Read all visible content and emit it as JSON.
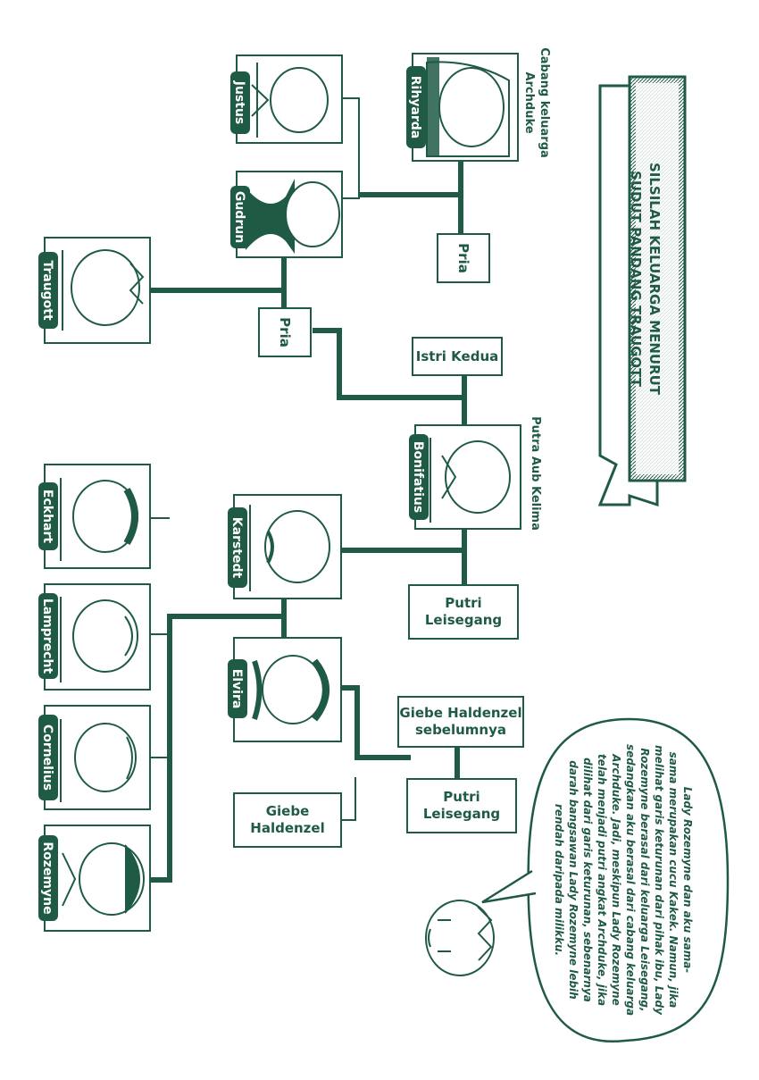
{
  "title": {
    "line1": "SILSILAH KELUARGA MENURUT",
    "line2": "SUDUT PANDANG TRAUGOTT"
  },
  "annotations": {
    "archduke_branch_1": "Cabang keluarga",
    "archduke_branch_2": "Archduke",
    "fifth_aub_son": "Putra Aub Kelima"
  },
  "people": {
    "rihyarda": "Rihyarda",
    "justus": "Justus",
    "gudrun": "Gudrun",
    "traugott": "Traugott",
    "bonifatius": "Bonifatius",
    "karstedt": "Karstedt",
    "elvira": "Elvira",
    "eckhart": "Eckhart",
    "lamprecht": "Lamprecht",
    "cornelius": "Cornelius",
    "rozemyne": "Rozemyne"
  },
  "boxes": {
    "pria_1": "Pria",
    "pria_2": "Pria",
    "istri_kedua": "Istri Kedua",
    "putri_leisegang_1_l1": "Putri",
    "putri_leisegang_1_l2": "Leisegang",
    "giebe_sebelumnya_l1": "Giebe Haldenzel",
    "giebe_sebelumnya_l2": "sebelumnya",
    "putri_leisegang_2_l1": "Putri",
    "putri_leisegang_2_l2": "Leisegang",
    "giebe_haldenzel_l1": "Giebe",
    "giebe_haldenzel_l2": "Haldenzel"
  },
  "speech": {
    "lines": [
      "Lady Rozemyne dan aku sama-",
      "sama merupakan cucu Kakek. Namun, jika",
      "melihat garis keturunan dari pihak ibu, Lady",
      "Rozemyne berasal dari keluarga Leisegang,",
      "sedangkan aku berasal dari cabang keluarga",
      "Archduke. Jadi, meskipun Lady Rozemyne",
      "telah menjadi putri angkat Archduke, jika",
      "dilihat dari garis keturunan, sebenarnya",
      "darah bangsawan Lady Rozemyne lebih",
      "rendah daripada milikku."
    ]
  },
  "colors": {
    "ink": "#1f5a45",
    "paper": "#ffffff"
  }
}
